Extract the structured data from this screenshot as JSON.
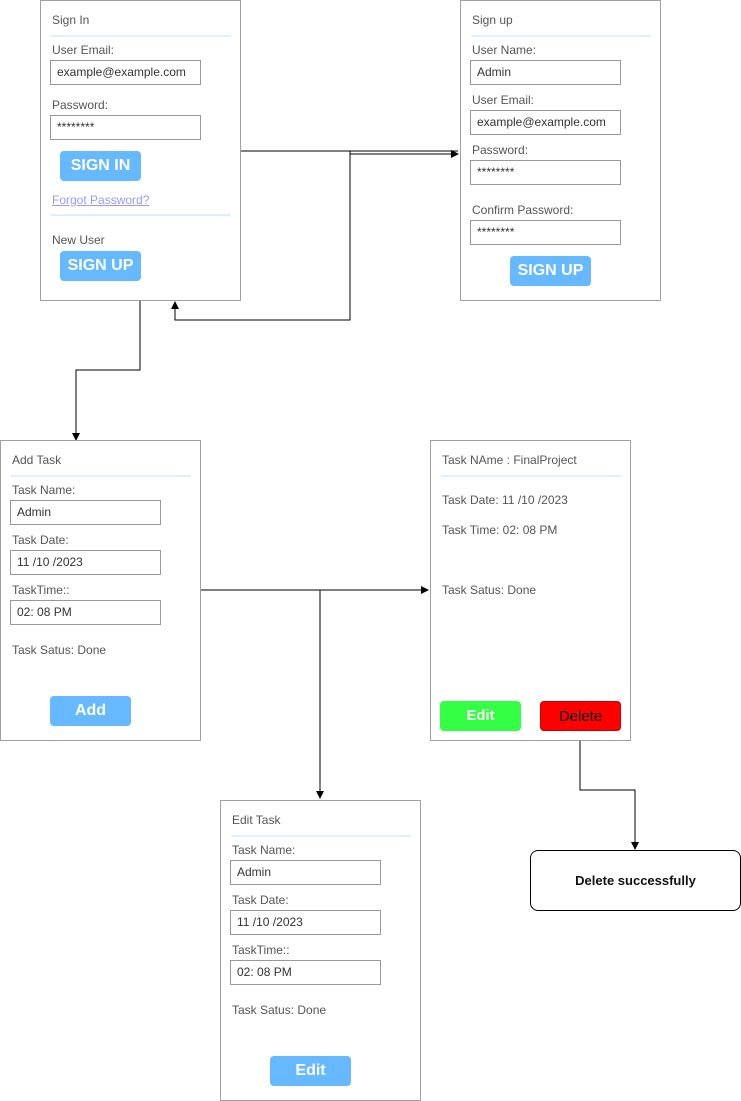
{
  "sign_in": {
    "title": "Sign In",
    "email_label": "User Email:",
    "email_value": "example@example.com",
    "password_label": "Password:",
    "password_value": "********",
    "sign_in_button": "SIGN IN",
    "forgot_link": "Forgot Password?",
    "new_user_label": "New User",
    "sign_up_button": "SIGN UP"
  },
  "sign_up": {
    "title": "Sign up",
    "name_label": "User Name:",
    "name_value": "Admin",
    "email_label": "User Email:",
    "email_value": "example@example.com",
    "password_label": "Password:",
    "password_value": "********",
    "confirm_label": "Confirm Password:",
    "confirm_value": "********",
    "sign_up_button": "SIGN UP"
  },
  "add_task": {
    "title": "Add Task",
    "name_label": "Task Name:",
    "name_value": "Admin",
    "date_label": "Task Date:",
    "date_value": "11 /10 /2023",
    "time_label": "TaskTime::",
    "time_value": "02: 08 PM",
    "status_text": "Task Satus: Done",
    "add_button": "Add"
  },
  "task_detail": {
    "title": "Task NAme : FinalProject",
    "date_text": "Task Date: 11 /10 /2023",
    "time_text": "Task Time: 02: 08 PM",
    "status_text": "Task Satus: Done",
    "edit_button": "Edit",
    "delete_button": "Delete"
  },
  "edit_task": {
    "title": "Edit Task",
    "name_label": "Task Name:",
    "name_value": "Admin",
    "date_label": "Task Date:",
    "date_value": "11 /10 /2023",
    "time_label": "TaskTime::",
    "time_value": "02: 08 PM",
    "status_text": "Task Satus: Done",
    "edit_button": "Edit"
  },
  "delete_result": {
    "message": "Delete successfully"
  },
  "colors": {
    "primary_button": "#66b8ff",
    "edit_button": "#33ff44",
    "delete_button": "#ff0000",
    "link": "#9999ff",
    "separator": "#ddeeff",
    "panel_border": "#a0a0a0"
  }
}
